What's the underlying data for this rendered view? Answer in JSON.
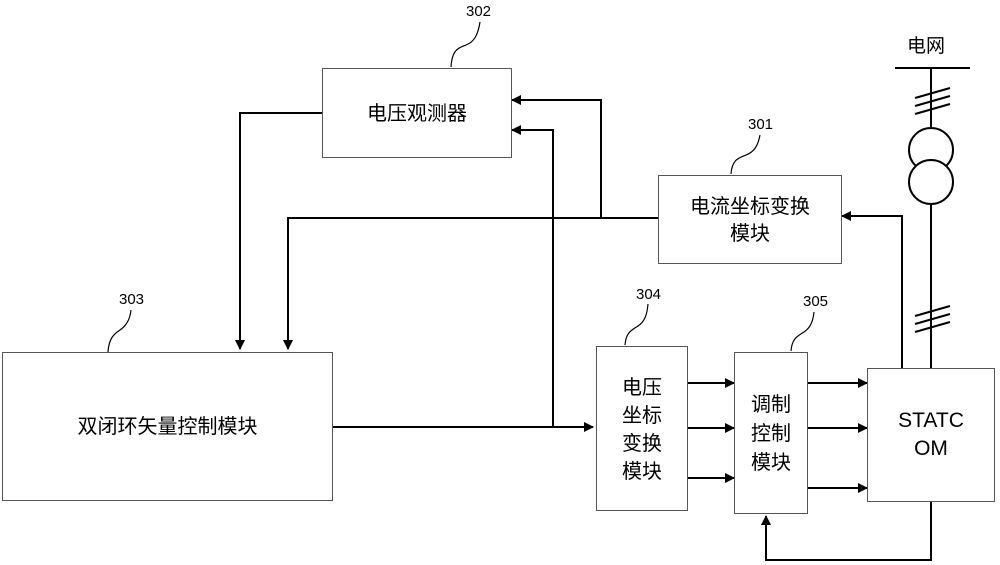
{
  "diagram": {
    "grid_label": "电网",
    "blocks": {
      "voltage_observer": {
        "label": "电压观测器",
        "ref": "302"
      },
      "current_transform": {
        "label": "电流坐标变换\n模块",
        "ref": "301"
      },
      "dual_loop_control": {
        "label": "双闭环矢量控制模块",
        "ref": "303"
      },
      "voltage_transform": {
        "label": "电压\n坐标\n变换\n模块",
        "ref": "304"
      },
      "modulation_control": {
        "label": "调制\n控制\n模块",
        "ref": "305"
      },
      "statcom": {
        "label": "STATC\nOM"
      }
    },
    "colors": {
      "line": "#000000",
      "border": "#555555"
    }
  }
}
